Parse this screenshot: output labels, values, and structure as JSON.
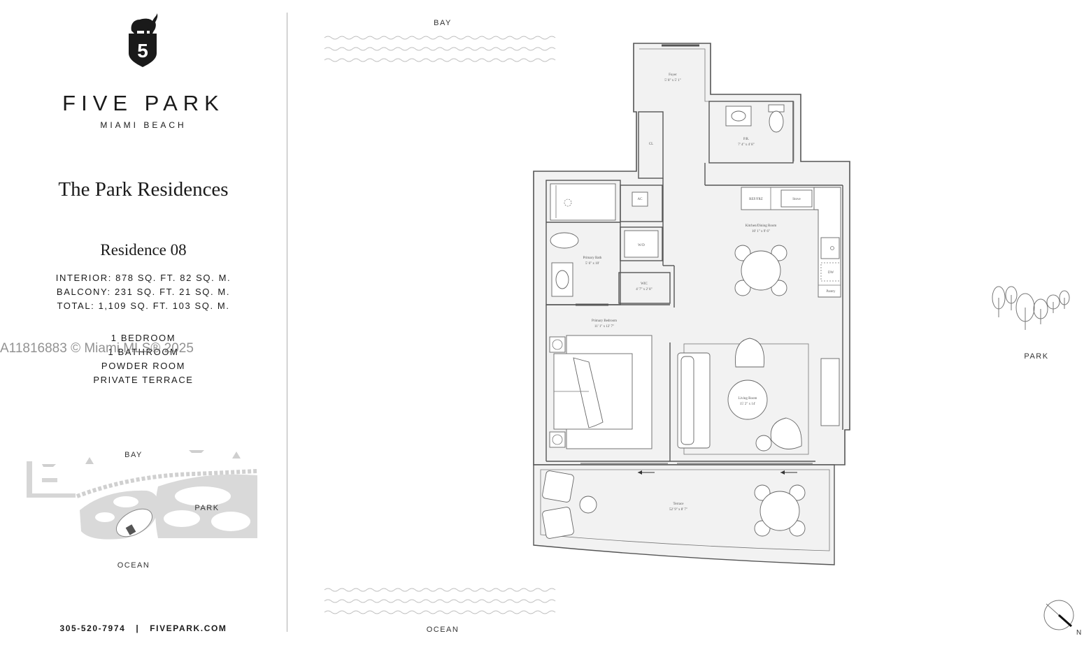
{
  "brand": {
    "name": "FIVE PARK",
    "location": "MIAMI BEACH",
    "logo_letter": "5"
  },
  "collection": "The Park Residences",
  "residence": {
    "name": "Residence 08",
    "interior": "INTERIOR: 878 SQ. FT. 82 SQ. M.",
    "balcony": "BALCONY: 231 SQ. FT. 21 SQ. M.",
    "total": "TOTAL: 1,109 SQ. FT. 103 SQ. M."
  },
  "features": [
    "1 BEDROOM",
    "1 BATHROOM",
    "POWDER ROOM",
    "PRIVATE TERRACE"
  ],
  "watermark": "A11816883 © Miami MLS® 2025",
  "contact": {
    "phone": "305-520-7974",
    "separator": "|",
    "website": "FIVEPARK.COM"
  },
  "site_map": {
    "bay": "BAY",
    "park": "PARK",
    "ocean": "OCEAN"
  },
  "plan_labels": {
    "bay": "BAY",
    "ocean": "OCEAN",
    "park": "PARK",
    "north": "N"
  },
  "rooms": {
    "foyer": {
      "name": "Foyer",
      "dims": "5' 8\" x 5' 1\""
    },
    "closet": {
      "name": "CL"
    },
    "powder": {
      "name": "P.R.",
      "dims": "7' 4\" x 4' 8\""
    },
    "ac": {
      "name": "AC"
    },
    "wd": {
      "name": "W/D"
    },
    "wic": {
      "name": "WIC",
      "dims": "4' 7\" x 2' 8\""
    },
    "bath": {
      "name": "Primary Bath",
      "dims": "5' 6\" x 10'"
    },
    "bedroom": {
      "name": "Primary Bedroom",
      "dims": "11' 1\" x 12' 7\""
    },
    "kitchen": {
      "name": "Kitchen/Dining Room",
      "dims": "10' 1\" x 9' 6\""
    },
    "ref": {
      "name": "REF/FRZ"
    },
    "stove": {
      "name": "Stove"
    },
    "dw": {
      "name": "DW"
    },
    "pantry": {
      "name": "Pantry"
    },
    "living": {
      "name": "Living Room",
      "dims": "15' 2\" x 14'"
    },
    "terrace": {
      "name": "Terrace",
      "dims": "52' 9\" x 8' 7\""
    }
  }
}
